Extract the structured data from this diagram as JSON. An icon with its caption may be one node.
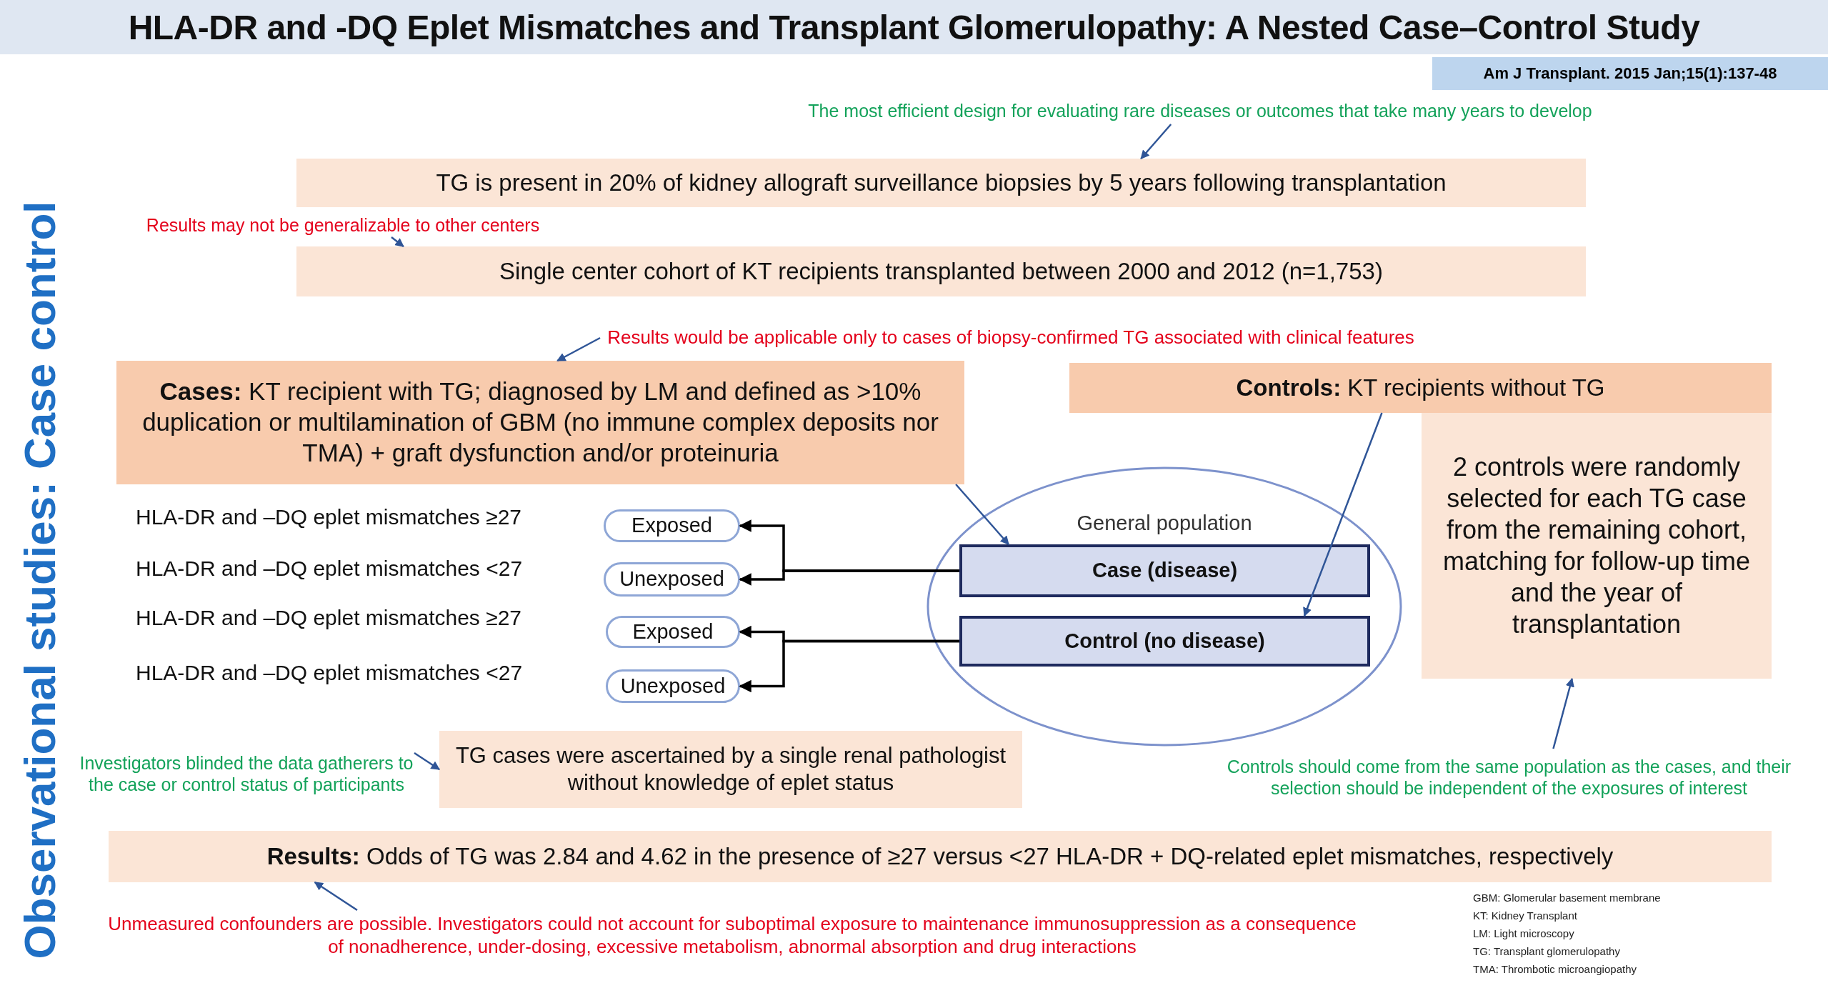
{
  "diagram": {
    "title": "HLA-DR and -DQ Eplet Mismatches and Transplant Glomerulopathy: A Nested Case–Control Study",
    "nodes": [
      {
        "text": [
          "The most efficient design for evaluating rare diseases or outcomes that take many years to develop"
        ]
      },
      {
        "text": [
          "TG is present in 20% of kidney allograft surveillance biopsies by 5 years following transplantation"
        ]
      },
      {
        "text": [
          "Results may not be generalizable to other centers"
        ]
      },
      {
        "text": [
          "Single center cohort of KT recipients transplanted between 2000 and 2012 (n=1,753)"
        ]
      },
      {
        "text": [
          "Results would be applicable only to cases of biopsy-confirmed TG associated with clinical features"
        ]
      },
      {
        "text": [
          "**Cases:** KT recipient with TG; diagnosed by LM and defined as >10% duplication or multilamination of GBM (no immune complex deposits nor TMA) + graft dysfunction and/or proteinuria"
        ]
      },
      {
        "text": [
          "**Controls:** KT recipients without TG"
        ]
      },
      {
        "text": [
          "2 controls were randomly selected for each TG case from the remaining cohort, matching for follow-up time and the year of transplantation"
        ]
      },
      {
        "text": [
          "Exposed"
        ]
      },
      {
        "text": [
          "Unexposed"
        ]
      },
      {
        "text": [
          "Exposed"
        ]
      },
      {
        "text": [
          "Unexposed"
        ]
      },
      {
        "text": [
          "General population"
        ]
      },
      {
        "text": [
          "Case (disease)"
        ],
        "in": 12
      },
      {
        "text": [
          "Control (no disease)"
        ],
        "in": 12
      },
      {
        "text": [
          "Investigators blinded the data gatherers to the case or control status of participants"
        ]
      },
      {
        "text": [
          "TG cases were ascertained by a single renal pathologist without knowledge of eplet status"
        ]
      },
      {
        "text": [
          "Controls should come from the same population as the cases, and their selection should be independent of the exposures of interest"
        ]
      },
      {
        "text": [
          "**Results:**  Odds of TG was 2.84 and 4.62 in the presence of ≥27 versus <27 HLA-DR + DQ-related eplet mismatches, respectively"
        ]
      },
      {
        "text": [
          "Unmeasured confounders are possible. Investigators could not account for suboptimal exposure to maintenance immunosuppression as a consequence of nonadherence, under-dosing, excessive metabolism, abnormal absorption and drug interactions"
        ]
      }
    ],
    "edges": [
      {
        "from": 0,
        "to": 1,
        "arrow": "to"
      },
      {
        "from": 2,
        "to": 3,
        "arrow": "to"
      },
      {
        "from": 4,
        "to": 5,
        "arrow": "to"
      },
      {
        "from": 5,
        "to": 13,
        "arrow": "to"
      },
      {
        "from": 6,
        "to": 14,
        "arrow": "to"
      },
      {
        "from": 13,
        "to": 8,
        "arrow": "to",
        "color": "#000000"
      },
      {
        "from": 13,
        "to": 9,
        "arrow": "to",
        "color": "#000000"
      },
      {
        "from": 14,
        "to": 10,
        "arrow": "to",
        "color": "#000000"
      },
      {
        "from": 14,
        "to": 11,
        "arrow": "to",
        "color": "#000000"
      },
      {
        "from": 15,
        "to": 16,
        "arrow": "to"
      },
      {
        "from": 17,
        "to": 7,
        "arrow": "to"
      },
      {
        "from": 19,
        "to": 18,
        "arrow": "to"
      }
    ],
    "labels": [
      "Am J Transplant. 2015 Jan;15(1):137-48",
      "Observational studies: Case control",
      "HLA-DR and –DQ eplet mismatches ≥27",
      "HLA-DR and –DQ eplet mismatches <27",
      "HLA-DR and –DQ eplet mismatches ≥27",
      "HLA-DR and –DQ eplet mismatches <27",
      "GBM: Glomerular basement membrane",
      "KT: Kidney Transplant",
      "LM: Light microscopy",
      "TG: Transplant glomerulopathy",
      "TMA: Thrombotic microangiopathy"
    ]
  }
}
